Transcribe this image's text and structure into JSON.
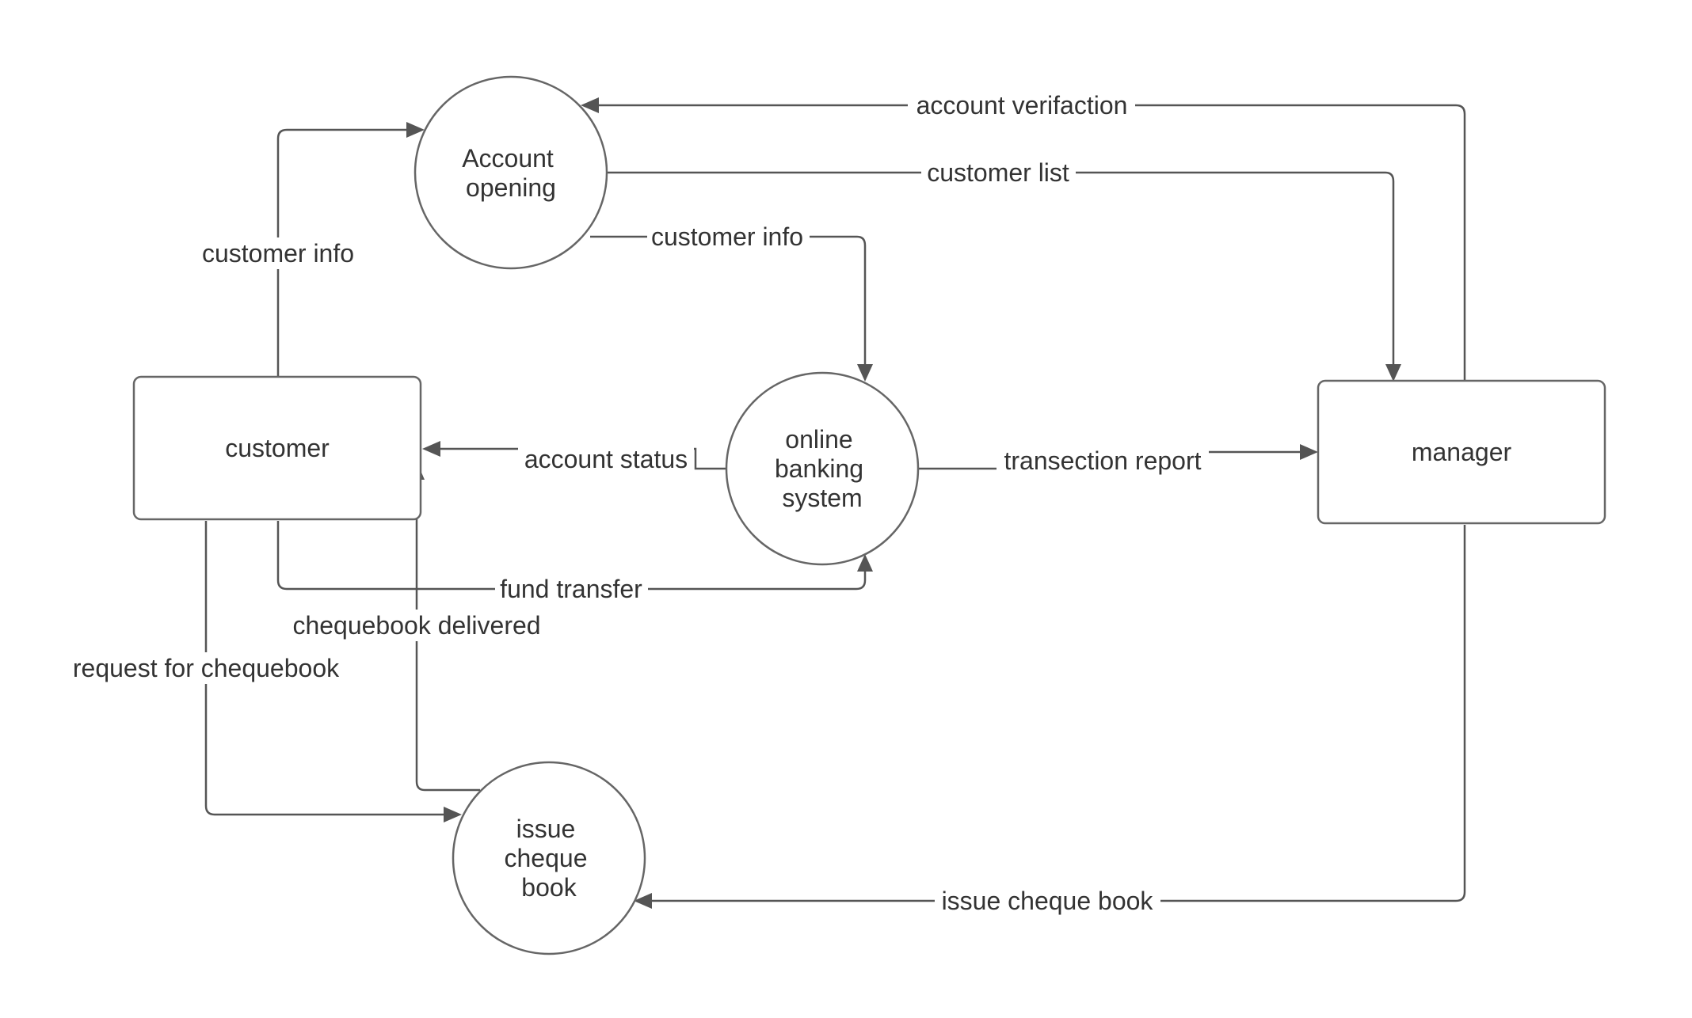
{
  "colors": {
    "background": "#ffffff",
    "shape_stroke": "#666666",
    "edge_stroke": "#555555",
    "text": "#333333"
  },
  "nodes": {
    "account_opening": {
      "shape": "circle",
      "lines": [
        "Account",
        "opening"
      ]
    },
    "online_banking": {
      "shape": "circle",
      "lines": [
        "online",
        "banking",
        "system"
      ]
    },
    "issue_cheque": {
      "shape": "circle",
      "lines": [
        "issue",
        "cheque",
        "book"
      ]
    },
    "customer": {
      "shape": "rectangle",
      "lines": [
        "customer"
      ]
    },
    "manager": {
      "shape": "rectangle",
      "lines": [
        "manager"
      ]
    }
  },
  "edges": {
    "account_verification": {
      "from": "manager",
      "to": "account_opening",
      "label": "account verifaction"
    },
    "customer_list": {
      "from": "account_opening",
      "to": "manager",
      "label": "customer list"
    },
    "customer_info_to_system": {
      "from": "account_opening",
      "to": "online_banking",
      "label": "customer info"
    },
    "customer_info_to_opening": {
      "from": "customer",
      "to": "account_opening",
      "label": "customer info"
    },
    "account_status": {
      "from": "online_banking",
      "to": "customer",
      "label": "account status"
    },
    "transaction_report": {
      "from": "online_banking",
      "to": "manager",
      "label": "transection report"
    },
    "fund_transfer": {
      "from": "customer",
      "to": "online_banking",
      "label": "fund transfer"
    },
    "chequebook_delivered": {
      "from": "issue_cheque",
      "to": "customer",
      "label": "chequebook delivered"
    },
    "request_chequebook": {
      "from": "customer",
      "to": "issue_cheque",
      "label": "request for chequebook"
    },
    "issue_cheque_book": {
      "from": "manager",
      "to": "issue_cheque",
      "label": "issue cheque book"
    }
  }
}
